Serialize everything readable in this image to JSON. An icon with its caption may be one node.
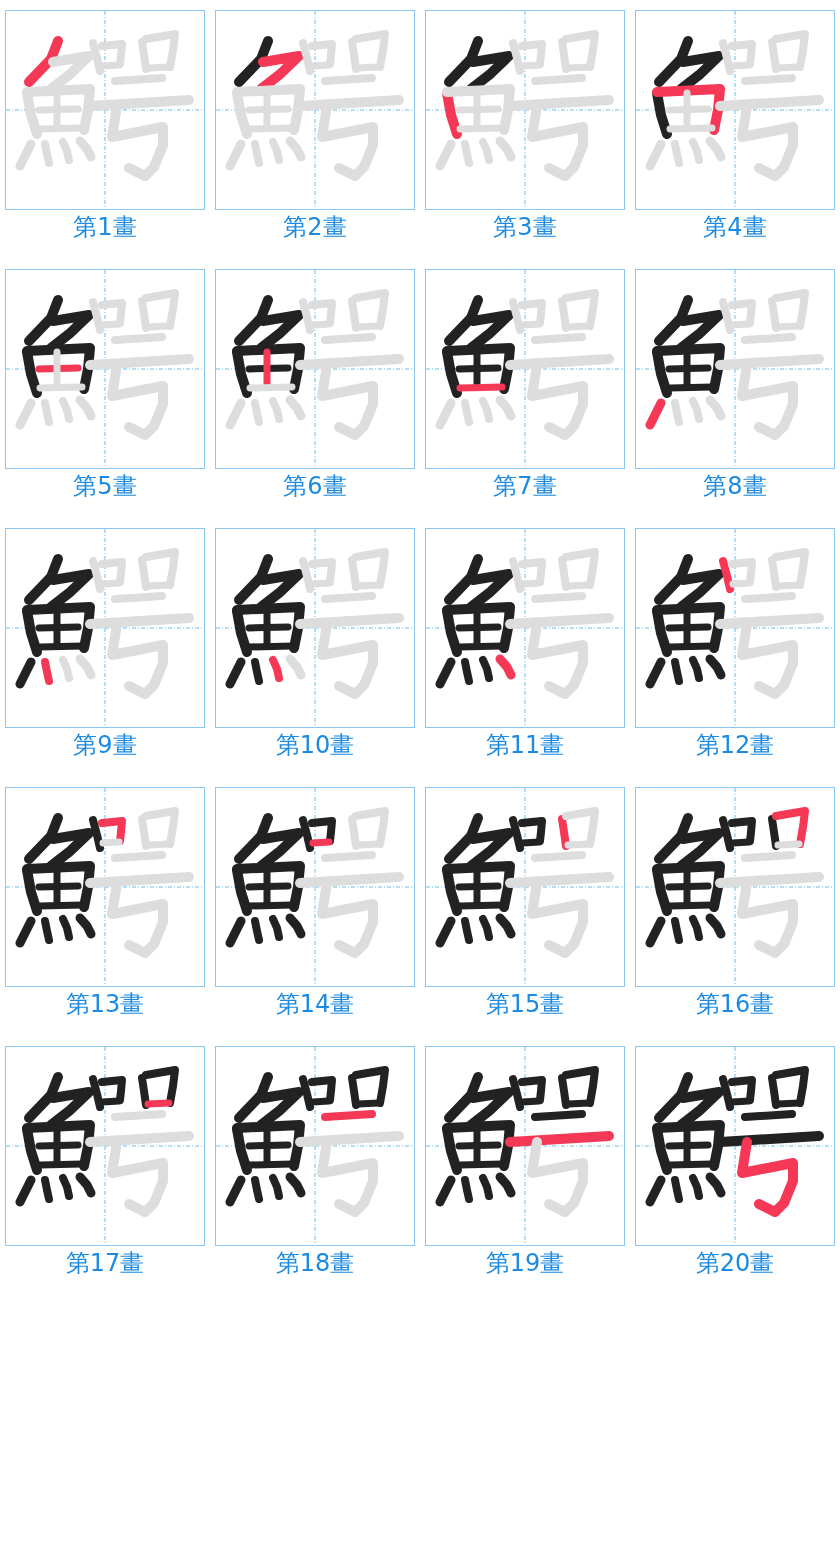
{
  "diagram": {
    "nodes": [
      {
        "text": [],
        "shape": "picture",
        "beside": [
          "第1畫"
        ]
      },
      {
        "text": [],
        "shape": "picture",
        "beside": [
          "第2畫"
        ]
      },
      {
        "text": [],
        "shape": "picture",
        "beside": [
          "第3畫"
        ]
      },
      {
        "text": [],
        "shape": "picture",
        "beside": [
          "第4畫"
        ]
      },
      {
        "text": [],
        "shape": "picture",
        "beside": [
          "第5畫"
        ]
      },
      {
        "text": [],
        "shape": "picture",
        "beside": [
          "第6畫"
        ]
      },
      {
        "text": [],
        "shape": "picture",
        "beside": [
          "第7畫"
        ]
      },
      {
        "text": [],
        "shape": "picture",
        "beside": [
          "第8畫"
        ]
      },
      {
        "text": [],
        "shape": "picture",
        "beside": [
          "第9畫"
        ]
      },
      {
        "text": [],
        "shape": "picture",
        "beside": [
          "第10畫"
        ]
      },
      {
        "text": [],
        "shape": "picture",
        "beside": [
          "第11畫"
        ]
      },
      {
        "text": [],
        "shape": "picture",
        "beside": [
          "第12畫"
        ]
      },
      {
        "text": [],
        "shape": "picture",
        "beside": [
          "第13畫"
        ]
      },
      {
        "text": [],
        "shape": "picture",
        "beside": [
          "第14畫"
        ]
      },
      {
        "text": [],
        "shape": "picture",
        "beside": [
          "第15畫"
        ]
      },
      {
        "text": [],
        "shape": "picture",
        "beside": [
          "第16畫"
        ]
      },
      {
        "text": [],
        "shape": "picture",
        "beside": [
          "第17畫"
        ]
      },
      {
        "text": [],
        "shape": "picture",
        "beside": [
          "第18畫"
        ]
      },
      {
        "text": [],
        "shape": "picture",
        "beside": [
          "第19畫"
        ]
      },
      {
        "text": [],
        "shape": "picture",
        "beside": [
          "第20畫"
        ]
      }
    ]
  }
}
